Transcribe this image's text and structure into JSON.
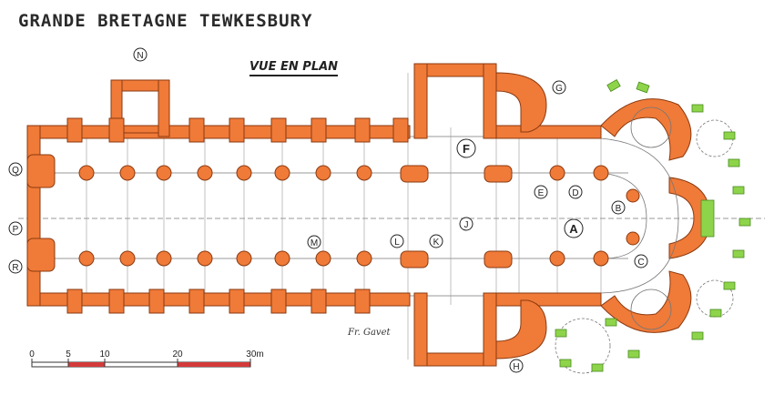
{
  "header": {
    "title": "GRANDE BRETAGNE   TEWKESBURY",
    "subtitle": "VUE EN PLAN",
    "signature": "Fr. Gavet"
  },
  "colors": {
    "wall": "#f07a38",
    "wall_stroke": "#8a3a10",
    "ruins": "#8ed44a",
    "line": "#555555",
    "scale_red": "#d43a3a"
  },
  "markers": {
    "N": "N",
    "F": "F",
    "G": "G",
    "Q": "Q",
    "P": "P",
    "R": "R",
    "M": "M",
    "L": "L",
    "K": "K",
    "J": "J",
    "E": "E",
    "D": "D",
    "A": "A",
    "B": "B",
    "C": "C",
    "H": "H"
  },
  "scale": {
    "t0": "0",
    "t5": "5",
    "t10": "10",
    "t20": "20",
    "t30": "30m"
  }
}
